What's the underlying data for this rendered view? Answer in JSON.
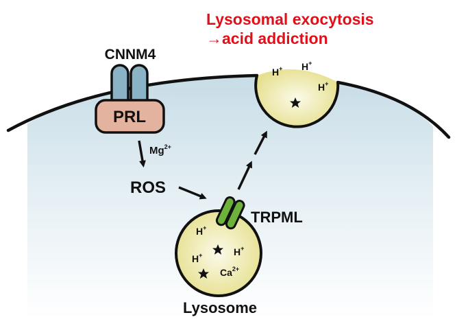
{
  "title": {
    "line1": "Lysosomal exocytosis",
    "line2": "→acid addiction"
  },
  "labels": {
    "cnnm4": "CNNM4",
    "prl": "PRL",
    "mg": "Mg",
    "mg_charge": "2+",
    "ros": "ROS",
    "trpml": "TRPML",
    "lysosome": "Lysosome"
  },
  "ions": {
    "proton": "H",
    "proton_charge": "+",
    "calcium": "Ca",
    "calcium_charge": "2+"
  },
  "colors": {
    "title": "#e0101a",
    "cytoplasm": "#dde9ef",
    "channel_cnnm4": "#8ab3c6",
    "prl": "#e3b39f",
    "lysosome": "#e8e29a",
    "trpml": "#6fb23b"
  },
  "icons": {
    "star": "star-icon",
    "arrow": "arrow-icon"
  }
}
